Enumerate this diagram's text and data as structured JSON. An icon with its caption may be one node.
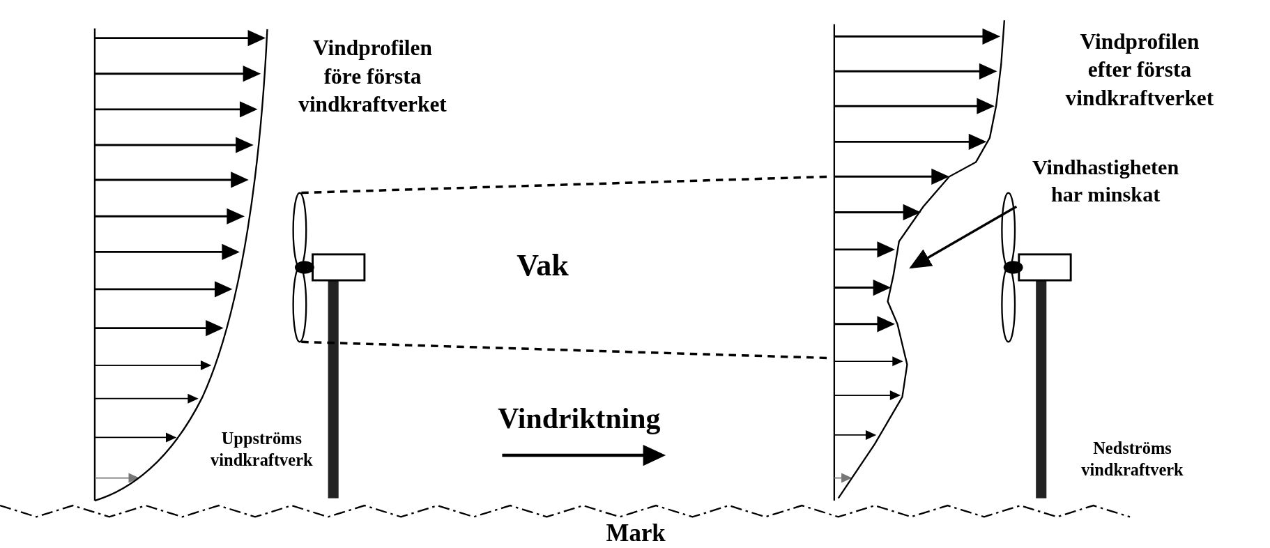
{
  "diagram": {
    "nodes": [
      {
        "text": [],
        "shape": "picture",
        "beside": [
          "Vindprofilen före första vindkraftverket"
        ]
      },
      {
        "text": [],
        "shape": "picture",
        "beside": [
          "Uppströms vindkraftverk"
        ]
      },
      {
        "text": [],
        "shape": "picture",
        "beside": [
          "Vindprofilen efter första vindkraftverket"
        ]
      },
      {
        "text": [
          "Vindhastigheten har minskat"
        ]
      },
      {
        "text": [],
        "shape": "picture",
        "beside": [
          "Nedströms vindkraftverk"
        ]
      }
    ],
    "edges": [
      {
        "from": 1,
        "to": 2,
        "arrow": "none",
        "style": "dashed"
      },
      {
        "from": 1,
        "to": 2,
        "arrow": "none",
        "style": "dashed"
      },
      {
        "from": 3,
        "to": 2,
        "arrow": "to"
      }
    ],
    "labels": [
      "Vak",
      "Vindriktning",
      "Mark"
    ]
  }
}
